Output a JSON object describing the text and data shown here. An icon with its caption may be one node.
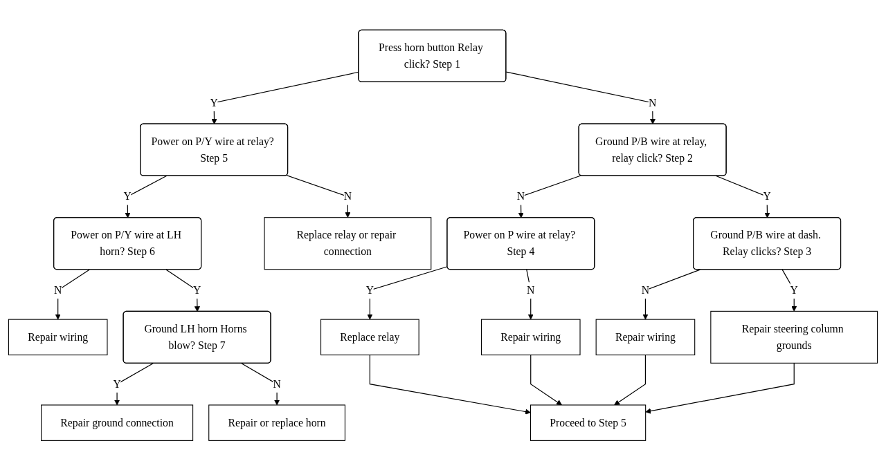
{
  "diagram": {
    "nodes": [
      {
        "text": [
          "Press horn button Relay click? Step 1"
        ]
      },
      {
        "text": [
          "Power on P/Y wire at relay? Step 5"
        ]
      },
      {
        "text": [
          "Ground P/B wire at relay, relay click? Step 2"
        ]
      },
      {
        "text": [
          "Power on P/Y wire at LH horn? Step 6"
        ]
      },
      {
        "text": [
          "Replace relay or repair connection"
        ]
      },
      {
        "text": [
          "Power on P wire at relay? Step 4"
        ]
      },
      {
        "text": [
          "Ground P/B wire at dash. Relay clicks? Step 3"
        ]
      },
      {
        "text": [
          "Repair wiring"
        ]
      },
      {
        "text": [
          "Ground LH horn Horns blow? Step 7"
        ]
      },
      {
        "text": [
          "Replace relay"
        ]
      },
      {
        "text": [
          "Repair wiring"
        ]
      },
      {
        "text": [
          "Repair wiring"
        ]
      },
      {
        "text": [
          "Repair steering column grounds"
        ]
      },
      {
        "text": [
          "Repair ground connection"
        ]
      },
      {
        "text": [
          "Repair or replace horn"
        ]
      },
      {
        "text": [
          "Proceed to Step 5"
        ]
      }
    ],
    "edges": [
      {
        "from": 0,
        "to": 1,
        "arrow": "to",
        "label": "Y"
      },
      {
        "from": 0,
        "to": 2,
        "arrow": "to",
        "label": "N"
      },
      {
        "from": 1,
        "to": 3,
        "arrow": "to",
        "label": "Y"
      },
      {
        "from": 1,
        "to": 4,
        "arrow": "to",
        "label": "N"
      },
      {
        "from": 2,
        "to": 5,
        "arrow": "to",
        "label": "N"
      },
      {
        "from": 2,
        "to": 6,
        "arrow": "to",
        "label": "Y"
      },
      {
        "from": 3,
        "to": 7,
        "arrow": "to",
        "label": "N"
      },
      {
        "from": 3,
        "to": 8,
        "arrow": "to",
        "label": "Y"
      },
      {
        "from": 5,
        "to": 9,
        "arrow": "to",
        "label": "Y"
      },
      {
        "from": 5,
        "to": 10,
        "arrow": "to",
        "label": "N"
      },
      {
        "from": 6,
        "to": 11,
        "arrow": "to",
        "label": "N"
      },
      {
        "from": 6,
        "to": 12,
        "arrow": "to",
        "label": "Y"
      },
      {
        "from": 8,
        "to": 13,
        "arrow": "to",
        "label": "Y"
      },
      {
        "from": 8,
        "to": 14,
        "arrow": "to",
        "label": "N"
      },
      {
        "from": 9,
        "to": 15,
        "arrow": "to"
      },
      {
        "from": 10,
        "to": 15,
        "arrow": "to"
      },
      {
        "from": 11,
        "to": 15,
        "arrow": "to"
      },
      {
        "from": 12,
        "to": 15,
        "arrow": "to"
      }
    ]
  }
}
